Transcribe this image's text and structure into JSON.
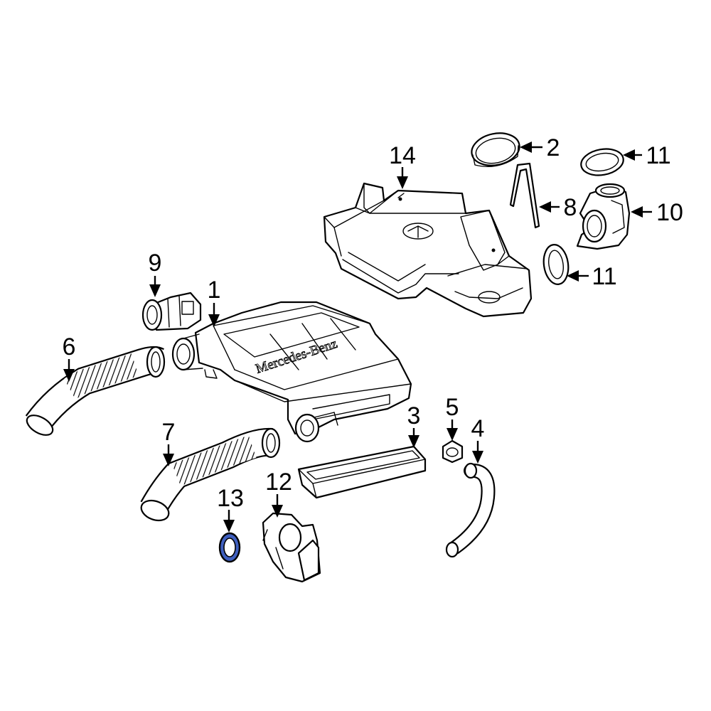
{
  "diagram": {
    "emboss_text": "Mercedes-Benz",
    "highlight_color": "#3f5fbf",
    "callouts": [
      {
        "id": "c1",
        "label": "1"
      },
      {
        "id": "c2",
        "label": "2"
      },
      {
        "id": "c3",
        "label": "3"
      },
      {
        "id": "c4",
        "label": "4"
      },
      {
        "id": "c5",
        "label": "5"
      },
      {
        "id": "c6",
        "label": "6"
      },
      {
        "id": "c7",
        "label": "7"
      },
      {
        "id": "c8",
        "label": "8"
      },
      {
        "id": "c9",
        "label": "9"
      },
      {
        "id": "c10",
        "label": "10"
      },
      {
        "id": "c11a",
        "label": "11"
      },
      {
        "id": "c11b",
        "label": "11"
      },
      {
        "id": "c12",
        "label": "12"
      },
      {
        "id": "c13",
        "label": "13"
      },
      {
        "id": "c14",
        "label": "14"
      }
    ]
  }
}
